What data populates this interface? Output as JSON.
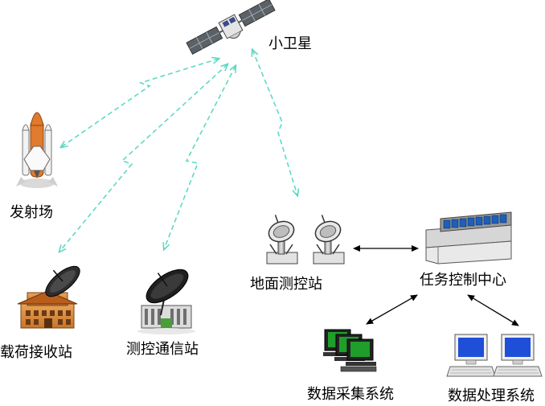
{
  "nodes": {
    "satellite": {
      "label": "小卫星",
      "icon": "satellite-icon"
    },
    "launch_site": {
      "label": "发射场",
      "icon": "rocket-icon"
    },
    "payload_station": {
      "label": "载荷接收站",
      "icon": "dish-building-icon"
    },
    "ttc_station": {
      "label": "测控通信站",
      "icon": "dish-station-icon"
    },
    "ground_ttc": {
      "label": "地面测控站",
      "icon": "twin-dish-icon"
    },
    "mission_center": {
      "label": "任务控制中心",
      "icon": "control-console-icon"
    },
    "data_acquisition": {
      "label": "数据采集系统",
      "icon": "green-computers-icon"
    },
    "data_processing": {
      "label": "数据处理系统",
      "icon": "blue-computers-icon"
    }
  },
  "colors": {
    "radio_link": "#5fd9c4",
    "wired_link": "#000000",
    "label_text": "#000000"
  }
}
